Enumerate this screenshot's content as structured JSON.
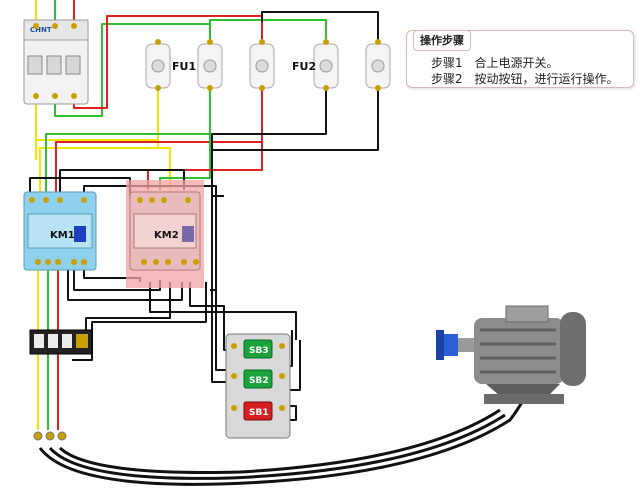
{
  "panel": {
    "title": "操作步骤",
    "steps": [
      {
        "num": "步骤1",
        "text": "合上电源开关。"
      },
      {
        "num": "步骤2",
        "text": "按动按钮，进行运行操作。"
      }
    ]
  },
  "labels": {
    "fu1": "FU1",
    "fu2": "FU2",
    "km1": "KM1",
    "km2": "KM2",
    "sb1": "SB1",
    "sb2": "SB2",
    "sb3": "SB3",
    "breaker_brand": "CHNT"
  },
  "colors": {
    "wire_yellow": "#f2e600",
    "wire_green": "#2fc02f",
    "wire_red": "#e02020",
    "wire_black": "#111111",
    "km1_body": "#8fd0ec",
    "km2_body": "#f1a3a3",
    "sb_green": "#1aa33a",
    "sb_red": "#d42020"
  }
}
